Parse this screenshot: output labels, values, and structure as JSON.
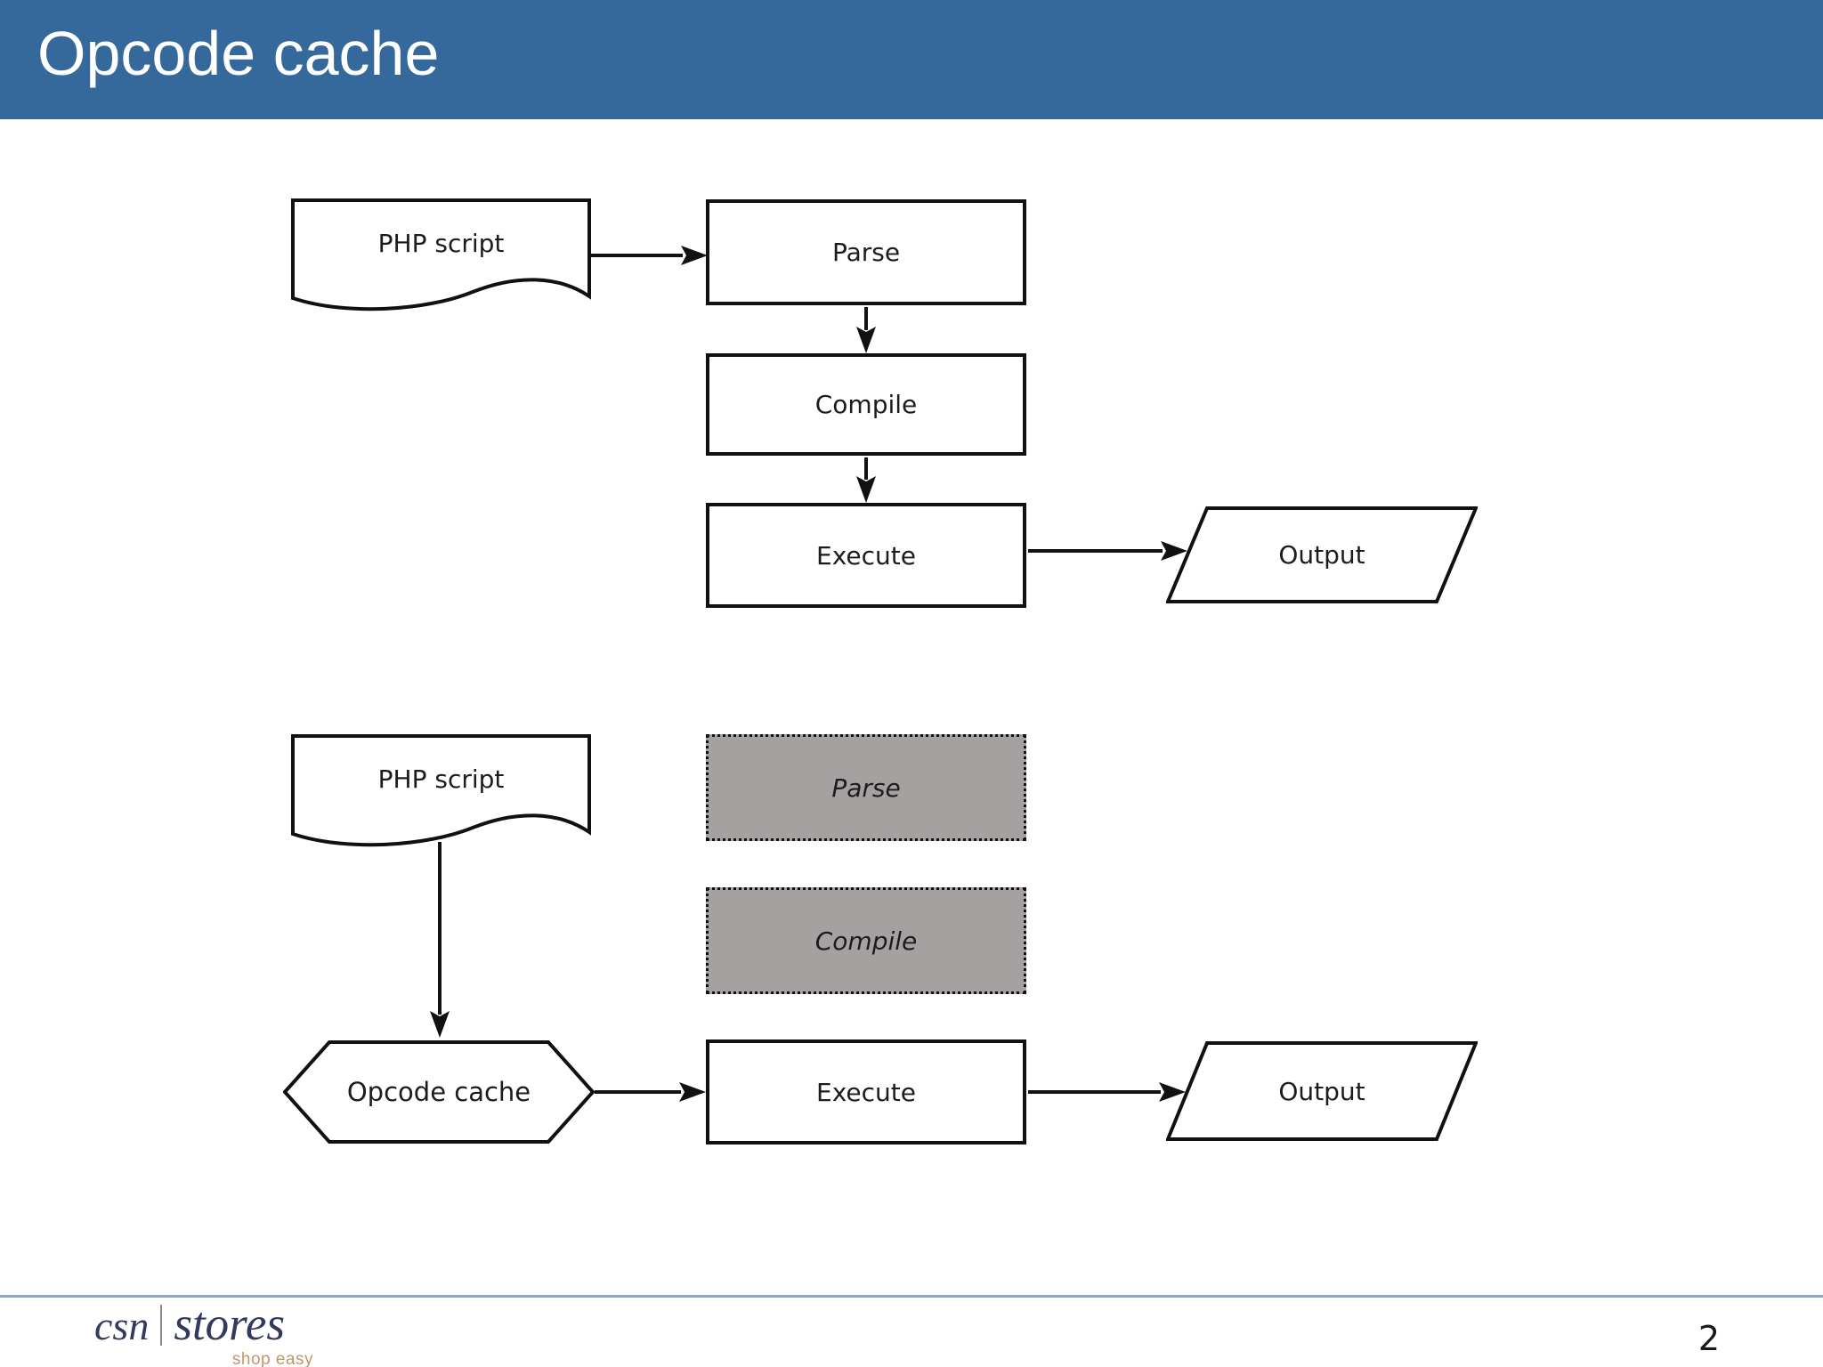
{
  "slide": {
    "title": "Opcode cache",
    "page_number": "2"
  },
  "top_flow": {
    "php_script_label": "PHP script",
    "parse_label": "Parse",
    "compile_label": "Compile",
    "execute_label": "Execute",
    "output_label": "Output"
  },
  "bottom_flow": {
    "php_script_label": "PHP script",
    "parse_label": "Parse",
    "compile_label": "Compile",
    "opcode_cache_label": "Opcode cache",
    "execute_label": "Execute",
    "output_label": "Output"
  },
  "footer": {
    "brand_csn": "csn",
    "brand_stores": "stores",
    "brand_tagline": "shop easy"
  },
  "colors": {
    "header_blue": "#36699b",
    "disabled_gray_fill": "#a5a1a1",
    "outline_black": "#111111",
    "footer_rule_blue": "#8ba7c6",
    "brand_navy": "#323a5e",
    "brand_tan": "#c0976a"
  },
  "edges": [
    {
      "from": "php-script-top",
      "to": "parse-top"
    },
    {
      "from": "parse-top",
      "to": "compile-top"
    },
    {
      "from": "compile-top",
      "to": "execute-top"
    },
    {
      "from": "execute-top",
      "to": "output-top"
    },
    {
      "from": "php-script-bottom",
      "to": "opcode-cache"
    },
    {
      "from": "opcode-cache",
      "to": "execute-bottom"
    },
    {
      "from": "execute-bottom",
      "to": "output-bottom"
    }
  ]
}
